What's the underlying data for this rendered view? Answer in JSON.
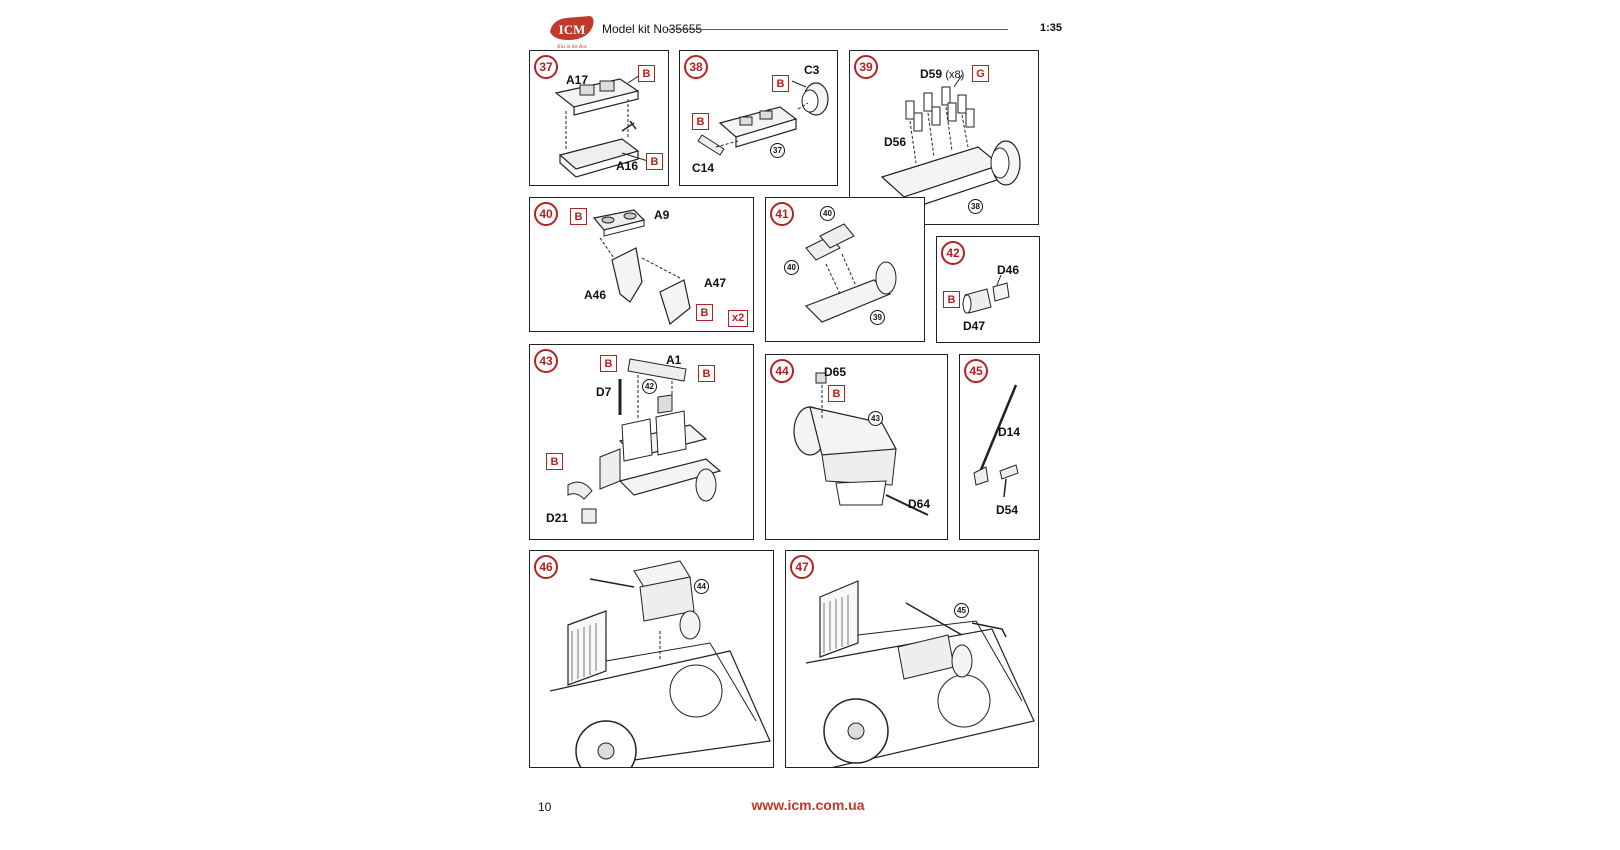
{
  "header": {
    "brand": "ICM",
    "slogan": "Kits in the Box",
    "kit_number": "Model kit No35655",
    "scale": "1:35"
  },
  "steps": {
    "s37": {
      "num": "37",
      "labels": [
        "A17",
        "A16"
      ],
      "sprue": [
        "B",
        "B"
      ]
    },
    "s38": {
      "num": "38",
      "labels": [
        "C3",
        "C14"
      ],
      "sprue": [
        "B",
        "B"
      ],
      "refs": [
        "37"
      ]
    },
    "s39": {
      "num": "39",
      "labels": [
        "D59",
        "D56"
      ],
      "d59_count": "(x8)",
      "sprue": [
        "G"
      ],
      "refs": [
        "38"
      ]
    },
    "s40": {
      "num": "40",
      "labels": [
        "A9",
        "A47",
        "A46"
      ],
      "sprue": [
        "B",
        "B"
      ],
      "multiplier": "x2"
    },
    "s41": {
      "num": "41",
      "refs": [
        "40",
        "40",
        "39"
      ]
    },
    "s42": {
      "num": "42",
      "labels": [
        "D46",
        "D47"
      ],
      "sprue": [
        "B"
      ]
    },
    "s43": {
      "num": "43",
      "labels": [
        "A1",
        "D7",
        "D21"
      ],
      "sprue": [
        "B",
        "B",
        "B"
      ],
      "refs": [
        "42"
      ]
    },
    "s44": {
      "num": "44",
      "labels": [
        "D65",
        "D64"
      ],
      "sprue": [
        "B"
      ],
      "refs": [
        "43"
      ]
    },
    "s45": {
      "num": "45",
      "labels": [
        "D14",
        "D54"
      ]
    },
    "s46": {
      "num": "46",
      "refs": [
        "44"
      ]
    },
    "s47": {
      "num": "47",
      "refs": [
        "45"
      ]
    }
  },
  "footer": {
    "page_number": "10",
    "url": "www.icm.com.ua"
  },
  "colors": {
    "accent": "#b22222",
    "line": "#222222"
  }
}
